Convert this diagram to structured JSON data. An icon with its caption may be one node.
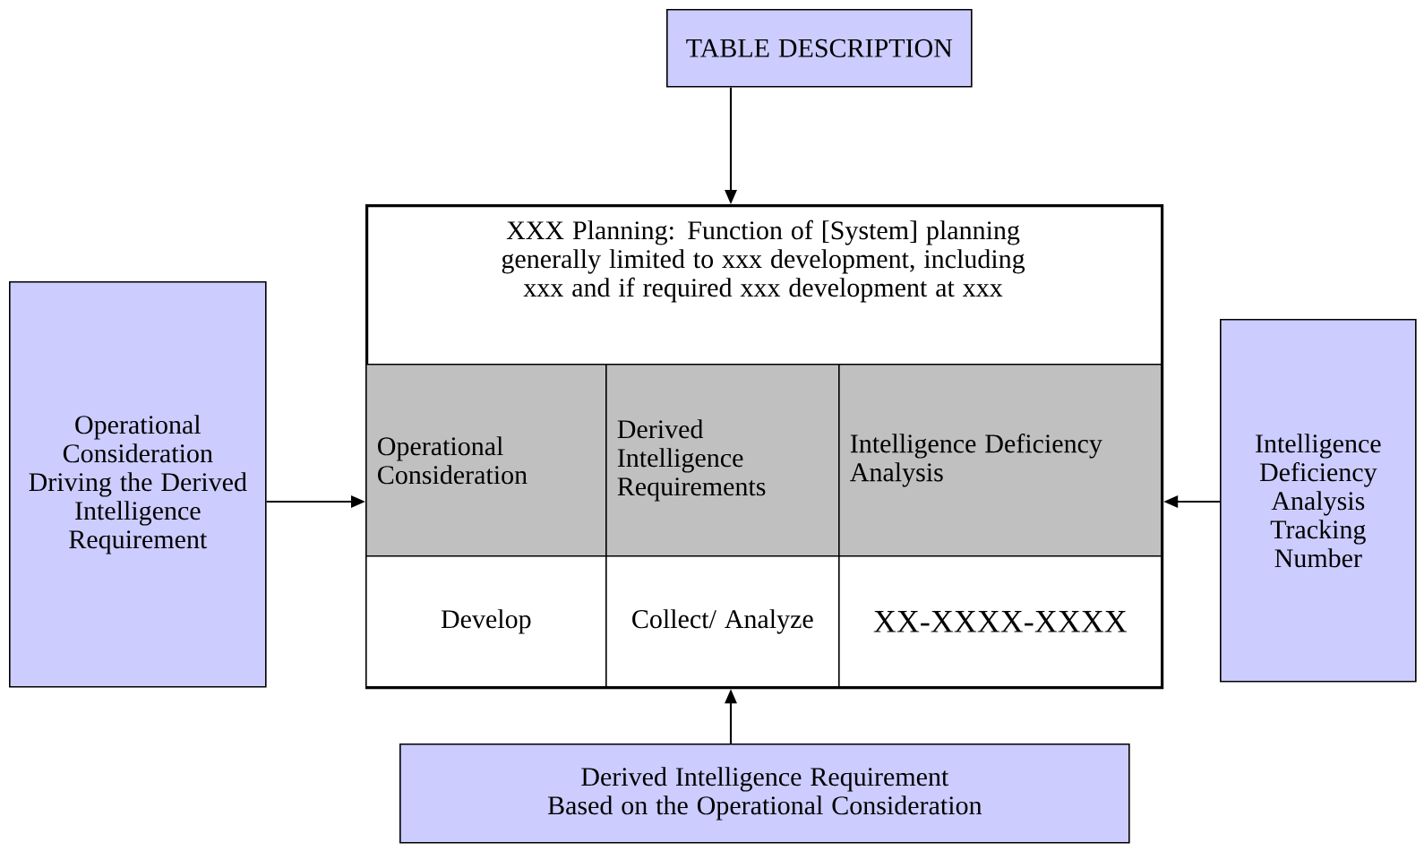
{
  "diagram": {
    "nodes": [
      {
        "text": [
          "TABLE DESCRIPTION"
        ]
      },
      {
        "text": [
          "XXX Planning: Function of [System] planning generally limited to xxx development, including xxx and if required xxx development at xxx"
        ]
      },
      {
        "text": [
          "Operational Consideration"
        ],
        "in": 1
      },
      {
        "text": [
          "Derived Intelligence Requirements"
        ],
        "in": 1
      },
      {
        "text": [
          "Intelligence Deficiency Analysis"
        ],
        "in": 1
      },
      {
        "text": [
          "Develop"
        ],
        "in": 1
      },
      {
        "text": [
          "Collect/ Analyze"
        ],
        "in": 1
      },
      {
        "text": [
          "XX-XXXX-XXXX"
        ],
        "in": 1
      },
      {
        "text": [
          "Operational Consideration Driving the Derived Intelligence Requirement"
        ]
      },
      {
        "text": [
          "Intelligence Deficiency Analysis Tracking Number"
        ]
      },
      {
        "text": [
          "Derived Intelligence Requirement Based on the Operational Consideration"
        ]
      }
    ],
    "edges": [
      {
        "from": 0,
        "to": 1,
        "arrow": "to"
      },
      {
        "from": 8,
        "to": 1,
        "arrow": "to"
      },
      {
        "from": 9,
        "to": 1,
        "arrow": "to"
      },
      {
        "from": 10,
        "to": 1,
        "arrow": "to"
      }
    ]
  }
}
